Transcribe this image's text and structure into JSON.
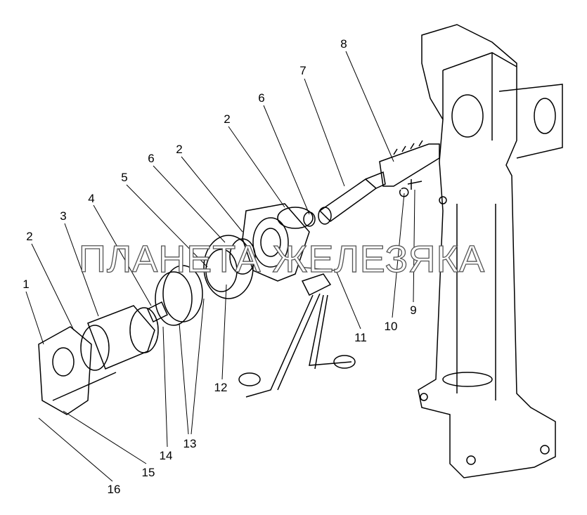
{
  "watermark": "ПЛАНЕТА ЖЕЛЕЗЯКА",
  "callouts": [
    "1",
    "2",
    "3",
    "4",
    "5",
    "6",
    "2",
    "2",
    "6",
    "7",
    "8",
    "9",
    "10",
    "11",
    "12",
    "13",
    "14",
    "15",
    "16"
  ]
}
